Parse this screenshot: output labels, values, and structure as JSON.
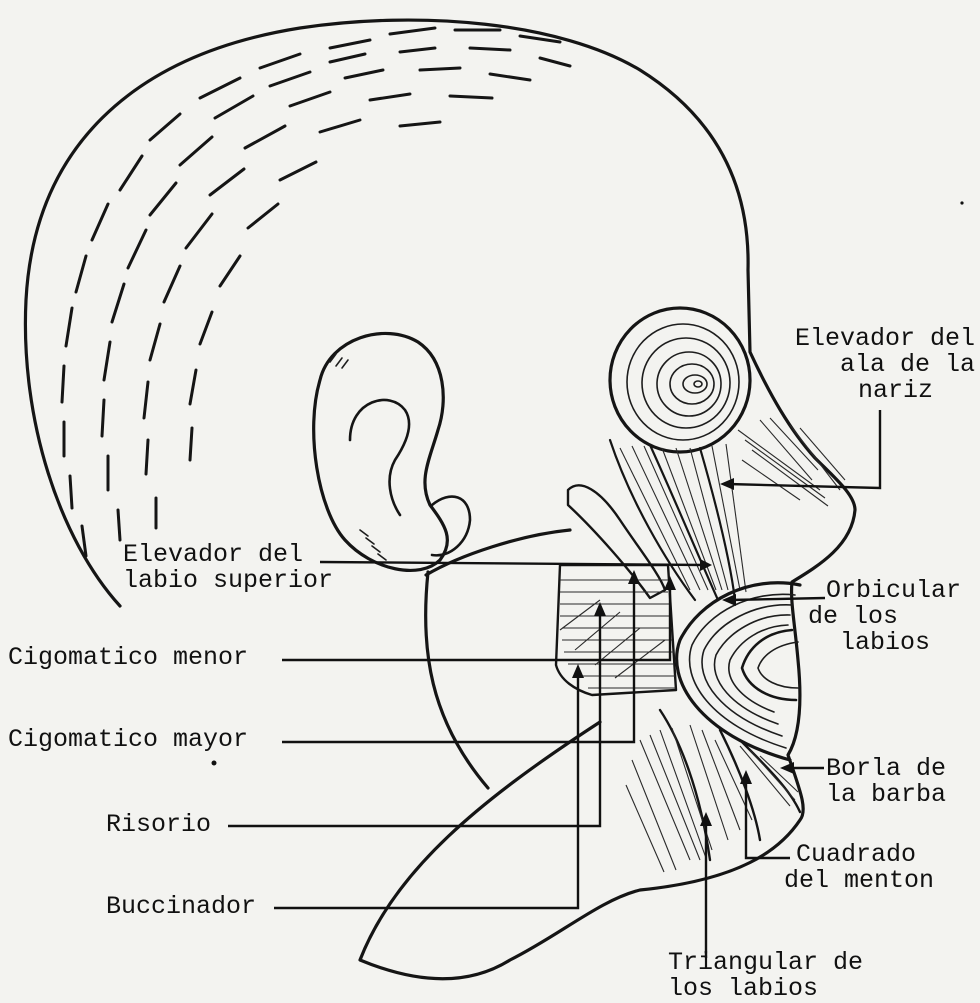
{
  "labels": {
    "elevador_ala_nariz": [
      "Elevador del",
      "ala de la",
      "nariz"
    ],
    "elevador_labio_superior": [
      "Elevador del",
      "labio superior"
    ],
    "orbicular_labios": [
      "Orbicular",
      "de los",
      "labios"
    ],
    "cigomatico_menor": "Cigomatico menor",
    "cigomatico_mayor": "Cigomatico mayor",
    "borla_barba": [
      "Borla de",
      "la barba"
    ],
    "risorio": "Risorio",
    "cuadrado_menton": [
      "Cuadrado",
      "del menton"
    ],
    "buccinador": "Buccinador",
    "triangular_labios": [
      "Triangular de",
      "los labios"
    ]
  }
}
